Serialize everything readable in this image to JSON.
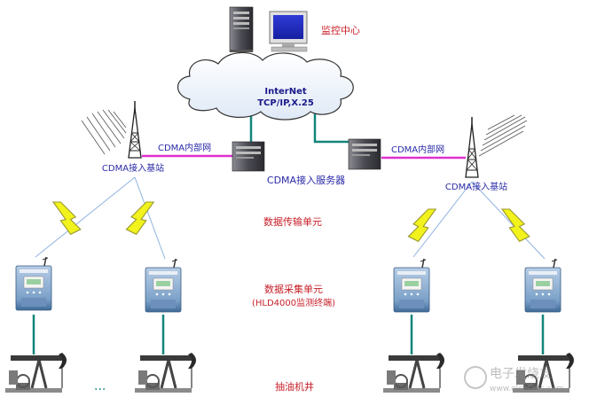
{
  "labels": {
    "monitor_center": "监控中心",
    "internet_line1": "InterNet",
    "internet_line2": "TCP/IP,X.25",
    "cdma_lan_left": "CDMA内部网",
    "cdma_lan_right": "CDMA内部网",
    "base_station_left": "CDMA接入基站",
    "base_station_right": "CDMA接入基站",
    "access_server": "CDMA接入服务器",
    "data_transfer_unit": "数据传输单元",
    "data_collect_unit": "数据采集单元",
    "data_collect_unit_sub": "(HLD4000监测终端)",
    "pump_well": "抽油机井",
    "ellipsis": "...",
    "watermark": "电子发烧友",
    "watermark_url": "www.elecfans.com"
  },
  "colors": {
    "label_red": "#c8202a",
    "label_blue": "#2a2aa8",
    "link_teal": "#12857a",
    "link_magenta": "#e030d0",
    "lightning_yellow": "#f2f21c",
    "meter_blue": "#5a86b4"
  }
}
